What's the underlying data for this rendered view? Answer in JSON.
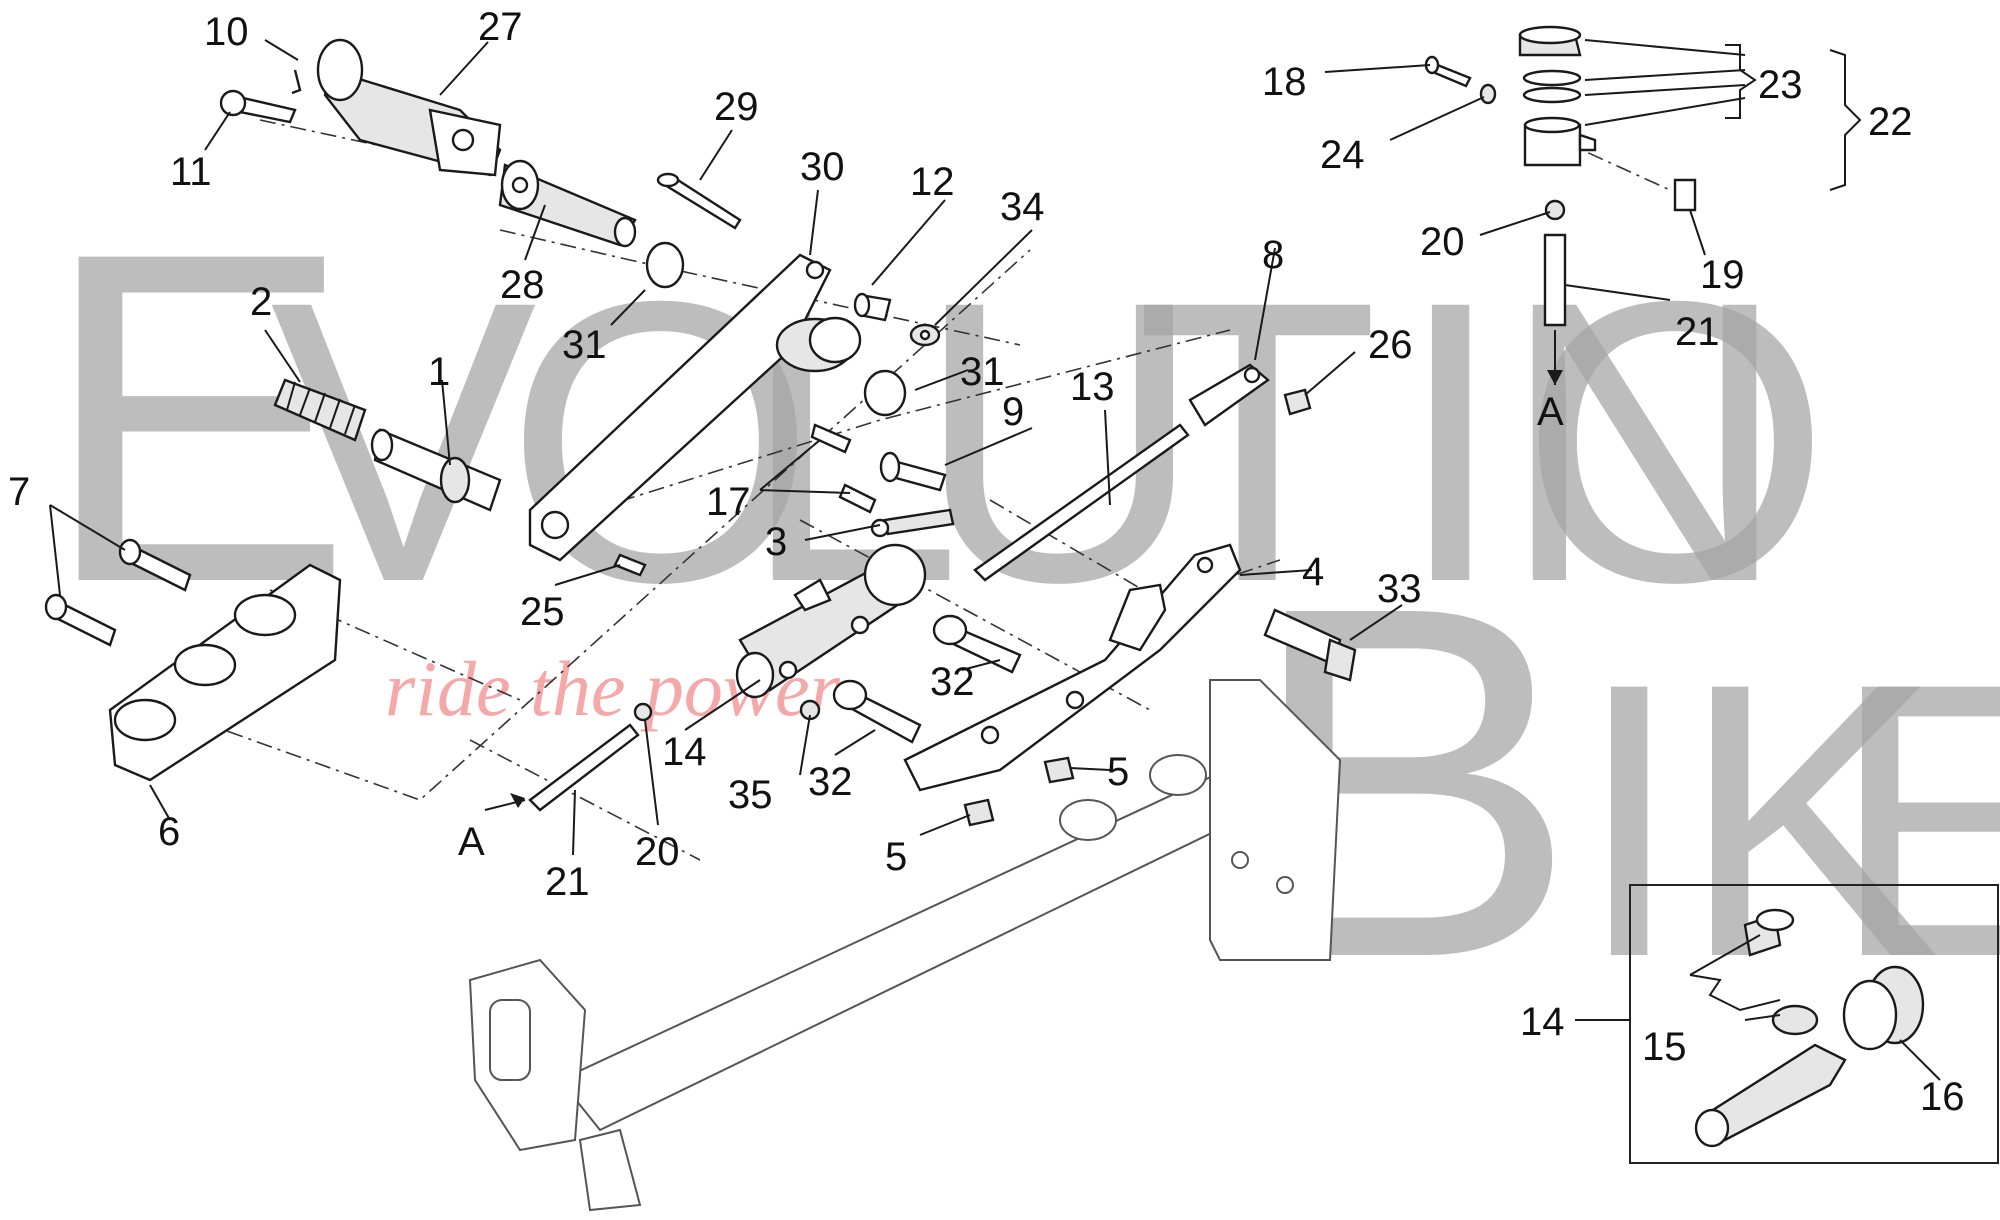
{
  "diagram": {
    "title": "Rear brake pedal and master cylinder – exploded view",
    "callouts": [
      "1",
      "2",
      "3",
      "4",
      "5",
      "6",
      "7",
      "8",
      "9",
      "10",
      "11",
      "12",
      "13",
      "14",
      "15",
      "16",
      "17",
      "18",
      "19",
      "20",
      "21",
      "22",
      "23",
      "24",
      "25",
      "26",
      "27",
      "28",
      "29",
      "30",
      "31",
      "32",
      "33",
      "34",
      "35"
    ],
    "reference_letter": "A",
    "inset_callouts": [
      "14",
      "15",
      "16"
    ]
  },
  "watermark": {
    "letters": [
      "E",
      "V",
      "O",
      "L",
      "U",
      "T",
      "I",
      "O",
      "N",
      "B",
      "I",
      "K",
      "E"
    ],
    "tagline": "ride the power"
  },
  "colors": {
    "linework": "#1a1a1a",
    "watermark_gray": "#a3a3a3",
    "watermark_red": "#f28b8b",
    "background": "#ffffff"
  }
}
